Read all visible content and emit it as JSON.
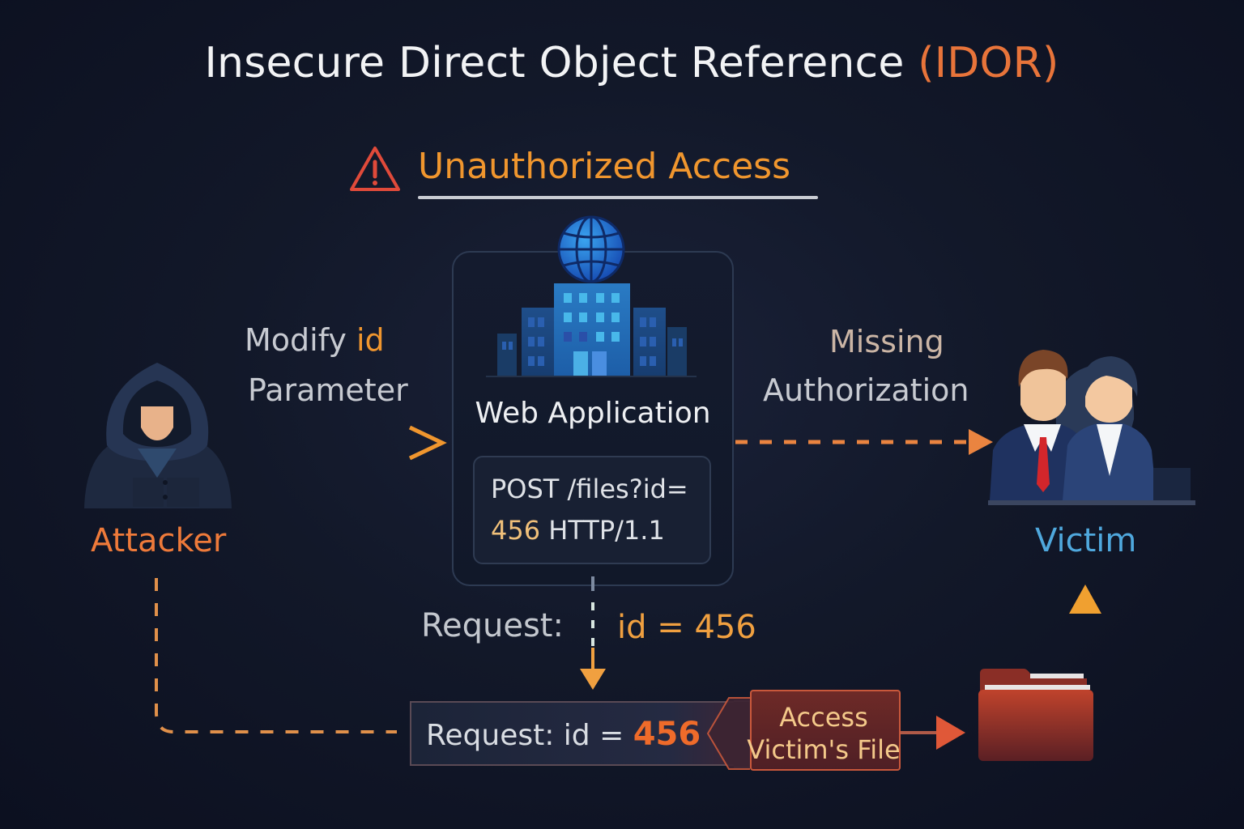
{
  "title": {
    "main": "Insecure Direct Object Reference ",
    "accent": "(IDOR)"
  },
  "subtitle": {
    "icon": "warning-triangle-icon",
    "text": "Unauthorized Access"
  },
  "attacker": {
    "icon": "hooded-hacker-icon",
    "label": "Attacker"
  },
  "step_modify": {
    "line1_prefix": "Modify ",
    "line1_highlight": "id",
    "line2": "Parameter"
  },
  "web_app": {
    "icon": "globe-building-icon",
    "label": "Web Application",
    "code_line1": "POST /files?id=",
    "code_line2_num": "456",
    "code_line2_rest": " HTTP/1.1"
  },
  "step_missing": {
    "line1": "Missing",
    "line2": "Authorization"
  },
  "victim": {
    "icon": "business-people-icon",
    "label": "Victim"
  },
  "request_step": {
    "label": "Request:",
    "value": "id = 456"
  },
  "request_box": {
    "prefix": "Request: id = ",
    "value": "456"
  },
  "access_box": {
    "line1": "Access",
    "line2": "Victim's File"
  },
  "file": {
    "icon": "folder-icon"
  },
  "colors": {
    "background": "#121829",
    "accent_orange": "#f0962e",
    "accent_red_orange": "#e8743a",
    "victim_blue": "#4fa8dd",
    "warning_red": "#e04a3a"
  }
}
